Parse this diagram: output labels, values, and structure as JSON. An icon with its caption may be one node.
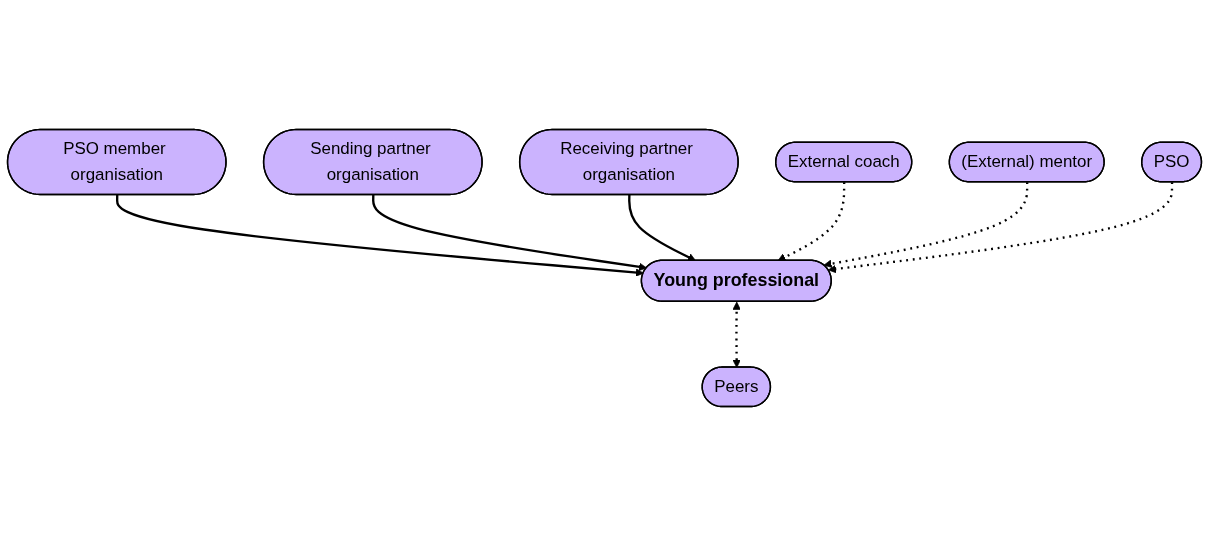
{
  "diagram": {
    "nodes": [
      {
        "text": [
          "Sending partner organisation"
        ]
      },
      {
        "text": [
          "PSO member organisation"
        ]
      },
      {
        "text": [
          "Receiving partner organisation"
        ]
      },
      {
        "text": [
          "Young professional"
        ]
      },
      {
        "text": [
          "Peers"
        ]
      },
      {
        "text": [
          "External coach"
        ]
      },
      {
        "text": [
          "PSO"
        ]
      },
      {
        "text": [
          "(External) mentor"
        ]
      }
    ],
    "edges": [
      {
        "from": 1,
        "to": 3,
        "arrow": "to"
      },
      {
        "from": 0,
        "to": 3,
        "arrow": "to"
      },
      {
        "from": 2,
        "to": 3,
        "arrow": "to"
      },
      {
        "from": 3,
        "to": 4,
        "arrow": "both",
        "style": "dashed"
      },
      {
        "from": 5,
        "to": 3,
        "arrow": "to",
        "style": "dashed"
      },
      {
        "from": 7,
        "to": 3,
        "arrow": "to",
        "style": "dashed"
      },
      {
        "from": 6,
        "to": 3,
        "arrow": "to",
        "style": "dashed"
      }
    ]
  }
}
